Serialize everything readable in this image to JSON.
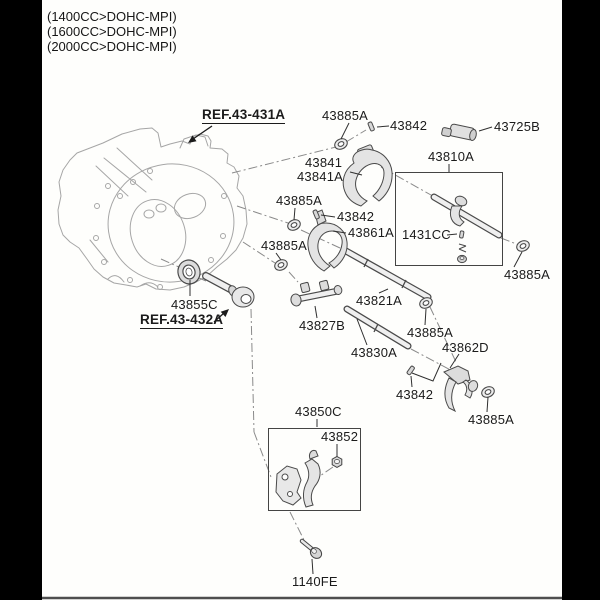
{
  "page": {
    "type": "parts-catalog-exploded-diagram",
    "subject": "gear shift control / shift forks and rails"
  },
  "colors": {
    "frame": "#000000",
    "background": "#fefefc",
    "label_text": "#1b1b1b",
    "leader_line": "#2f2f2f",
    "centerline": "#8a8a8a",
    "housing_line": "#a6a6a6",
    "part_fill": "#e4e4e4",
    "part_stroke": "#4a4a4a",
    "bottom_rule": "#4f4f4f"
  },
  "engine_specs": [
    "(1400CC>DOHC-MPI)",
    "(1600CC>DOHC-MPI)",
    "(2000CC>DOHC-MPI)"
  ],
  "labels": [
    {
      "id": "ref-43-431A",
      "text": "REF.43-431A",
      "type": "reference"
    },
    {
      "id": "43885A-1",
      "text": "43885A",
      "type": "part"
    },
    {
      "id": "43842-1",
      "text": "43842",
      "type": "part"
    },
    {
      "id": "43725B",
      "text": "43725B",
      "type": "part"
    },
    {
      "id": "43841",
      "text": "43841",
      "type": "part"
    },
    {
      "id": "43841A",
      "text": "43841A",
      "type": "part"
    },
    {
      "id": "43810A",
      "text": "43810A",
      "type": "part-assembly-box"
    },
    {
      "id": "43885A-2",
      "text": "43885A",
      "type": "part"
    },
    {
      "id": "43842-2",
      "text": "43842",
      "type": "part"
    },
    {
      "id": "43861A",
      "text": "43861A",
      "type": "part"
    },
    {
      "id": "1431CC",
      "text": "1431CC",
      "type": "part"
    },
    {
      "id": "43885A-3",
      "text": "43885A",
      "type": "part"
    },
    {
      "id": "43885A-4",
      "text": "43885A",
      "type": "part"
    },
    {
      "id": "43855C",
      "text": "43855C",
      "type": "part"
    },
    {
      "id": "ref-43-432A",
      "text": "REF.43-432A",
      "type": "reference"
    },
    {
      "id": "43821A",
      "text": "43821A",
      "type": "part"
    },
    {
      "id": "43827B",
      "text": "43827B",
      "type": "part"
    },
    {
      "id": "43885A-5",
      "text": "43885A",
      "type": "part"
    },
    {
      "id": "43830A",
      "text": "43830A",
      "type": "part"
    },
    {
      "id": "43862D",
      "text": "43862D",
      "type": "part"
    },
    {
      "id": "43842-3",
      "text": "43842",
      "type": "part"
    },
    {
      "id": "43885A-6",
      "text": "43885A",
      "type": "part"
    },
    {
      "id": "43850C",
      "text": "43850C",
      "type": "part-assembly-box"
    },
    {
      "id": "43852",
      "text": "43852",
      "type": "part"
    },
    {
      "id": "1140FE",
      "text": "1140FE",
      "type": "part"
    }
  ]
}
